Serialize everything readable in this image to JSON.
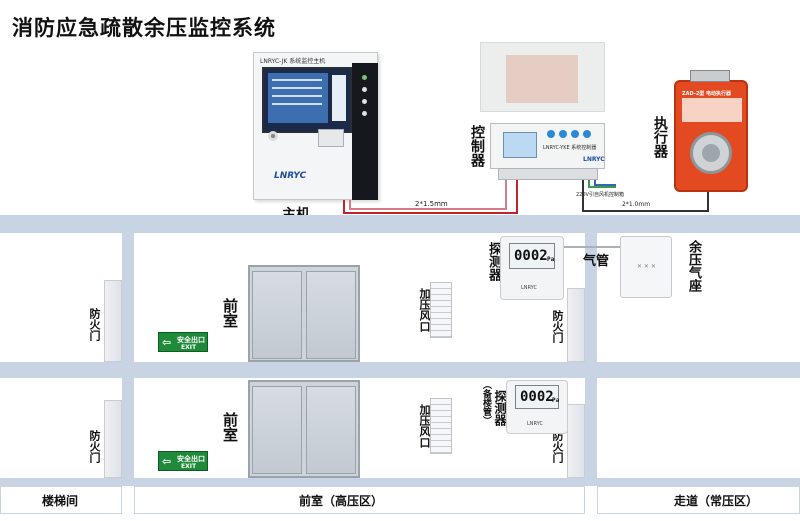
{
  "title": "消防应急疏散余压监控系统",
  "host": {
    "label": "主机",
    "brand": "LNRYC",
    "model_text": "LNRYC-JK 系统监控主机"
  },
  "controller": {
    "label": "控制器",
    "model_text": "LNRYC-YKE 系统控制器",
    "brand": "LNRYC"
  },
  "actuator": {
    "label": "执行器",
    "model_text": "ZAD-2型 电动执行器"
  },
  "cables": {
    "host_to_controller": "2*1.5mm",
    "controller_to_actuator": "2*1.0mm",
    "power": "220V引自风机控制箱"
  },
  "detector": {
    "label": "探测器",
    "label_alt": "探测器（备楼管）",
    "label_paren": "（备楼管）",
    "reading": "0002",
    "unit": "Pa",
    "brand": "LNRYC"
  },
  "pipe_label": "气管",
  "pressure_seat": "余压气座",
  "front_room": "前室",
  "fire_door": "防火门",
  "pressurized_vent": "加压风口",
  "exit_sign": {
    "cn": "安全出口",
    "en": "EXIT"
  },
  "bottom": {
    "stairwell": "楼梯间",
    "front_room_high": "前室（高压区）",
    "corridor_normal": "走道（常压区）"
  }
}
